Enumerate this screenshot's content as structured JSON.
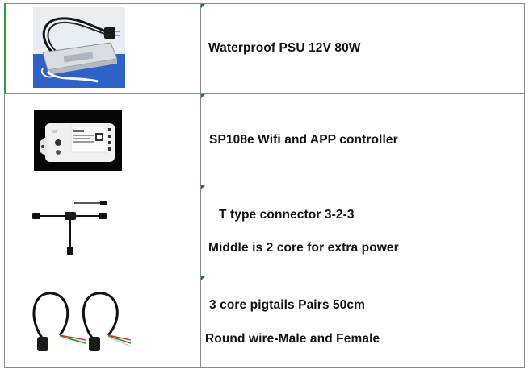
{
  "rows": [
    {
      "image": "psu-photo",
      "lines": [
        "Waterproof PSU 12V 80W"
      ]
    },
    {
      "image": "controller-photo",
      "lines": [
        "SP108e Wifi and APP controller"
      ]
    },
    {
      "image": "t-connector-photo",
      "lines": [
        "T type connector 3-2-3",
        "Middle is 2 core for extra power"
      ]
    },
    {
      "image": "pigtail-cables-photo",
      "lines": [
        "3 core pigtails Pairs 50cm",
        "Round wire-Male and Female"
      ]
    }
  ],
  "colors": {
    "border": "#8a8a8a",
    "accent_green": "#2f9a4a",
    "text": "#111111"
  }
}
